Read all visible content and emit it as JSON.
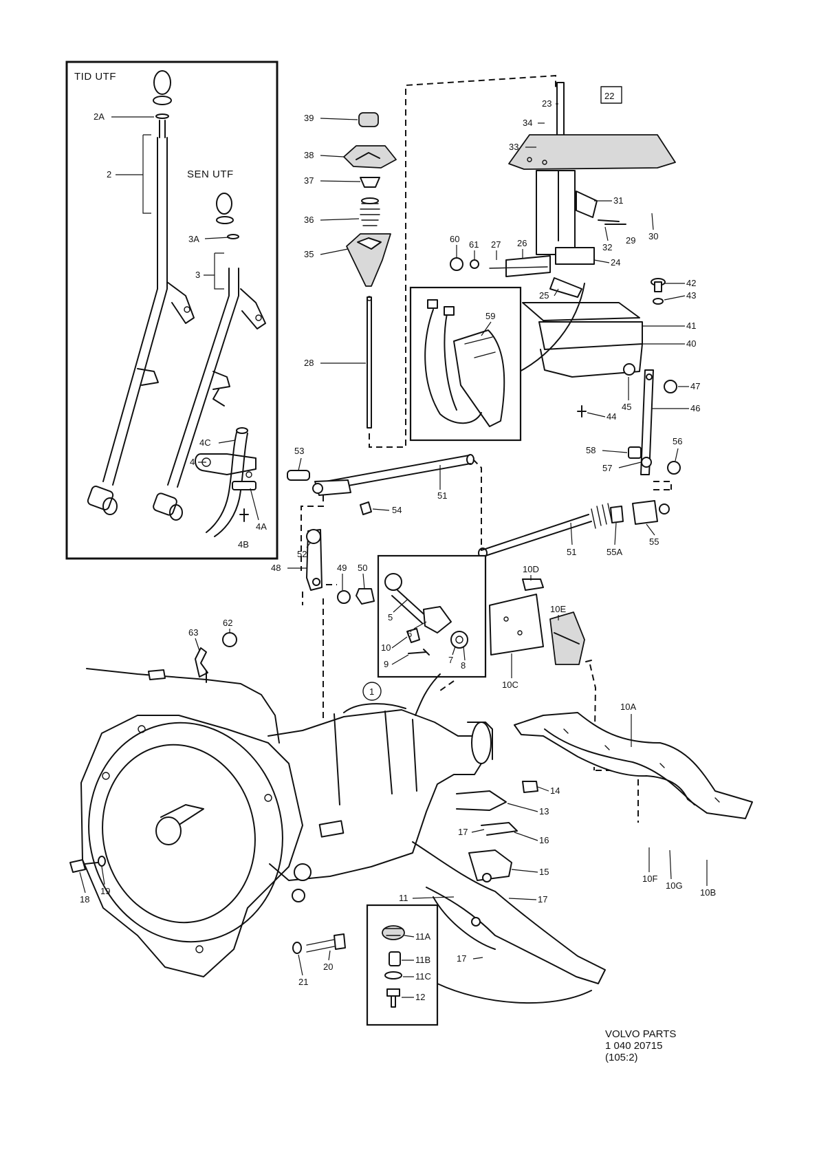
{
  "left_box": {
    "title_top": "TID UTF",
    "title_mid": "SEN UTF"
  },
  "group_badge": "22",
  "assembly_badge": "1",
  "footer": {
    "line1": "VOLVO PARTS",
    "line2": "1 040 20715",
    "line3": "(105:2)"
  },
  "labels": {
    "2A": "2A",
    "2": "2",
    "3A": "3A",
    "3": "3",
    "4C": "4C",
    "4": "4",
    "4A": "4A",
    "4B": "4B",
    "39": "39",
    "38": "38",
    "37": "37",
    "36": "36",
    "35": "35",
    "28": "28",
    "23": "23",
    "34": "34",
    "33": "33",
    "31": "31",
    "32": "32",
    "29": "29",
    "30": "30",
    "60": "60",
    "61": "61",
    "27": "27",
    "26": "26",
    "24": "24",
    "25": "25",
    "59": "59",
    "42": "42",
    "43": "43",
    "41": "41",
    "40": "40",
    "47": "47",
    "45": "45",
    "46": "46",
    "44": "44",
    "53": "53",
    "51a": "51",
    "54": "54",
    "58": "58",
    "57": "57",
    "56": "56",
    "52": "52",
    "48": "48",
    "49": "49",
    "50": "50",
    "51b": "51",
    "55A": "55A",
    "55": "55",
    "5": "5",
    "6": "6",
    "10": "10",
    "9": "9",
    "7": "7",
    "8": "8",
    "10D": "10D",
    "10E": "10E",
    "10C": "10C",
    "10A": "10A",
    "63": "63",
    "62": "62",
    "14": "14",
    "13": "13",
    "17a": "17",
    "16": "16",
    "15": "15",
    "17b": "17",
    "11": "11",
    "17c": "17",
    "10F": "10F",
    "10G": "10G",
    "10B": "10B",
    "18": "18",
    "19": "19",
    "21": "21",
    "20": "20",
    "11A": "11A",
    "11B": "11B",
    "11C": "11C",
    "12": "12"
  }
}
